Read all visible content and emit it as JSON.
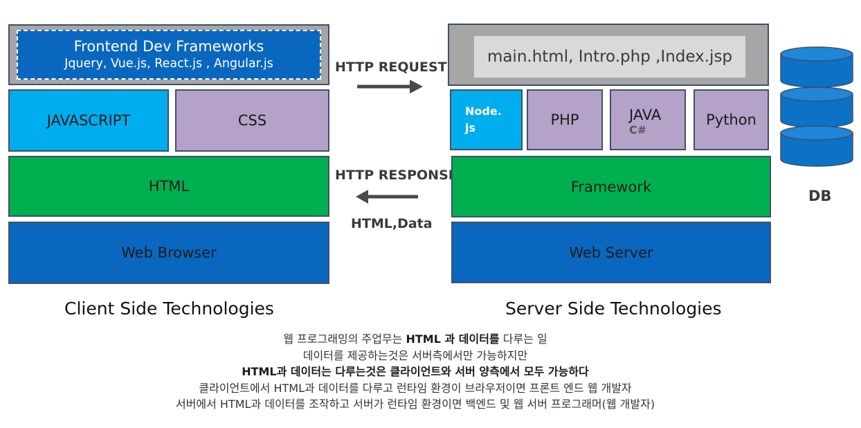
{
  "client": {
    "frameworks_title": "Frontend Dev Frameworks",
    "frameworks_sub": "Jquery, Vue.js, React.js , Angular.js",
    "javascript": "JAVASCRIPT",
    "css": "CSS",
    "html": "HTML",
    "browser": "Web Browser",
    "caption": "Client Side Technologies"
  },
  "server": {
    "files": "main.html, Intro.php ,Index.jsp",
    "node": "Node.\njs",
    "php": "PHP",
    "java": "JAVA",
    "csharp": "C#",
    "python": "Python",
    "framework": "Framework",
    "server": "Web Server",
    "caption": "Server Side Technologies"
  },
  "db": {
    "label": "DB"
  },
  "arrows": {
    "request": "HTTP REQUEST",
    "response": "HTTP RESPONSE",
    "payload": "HTML,Data"
  },
  "notes": {
    "l1a": "웹 프로그래밍의 주업무는 ",
    "l1b": "HTML 과 데이터를",
    "l1c": " 다루는 일",
    "l2": "데이터를 제공하는것은 서버측에서만 가능하지만",
    "l3": "HTML과 데이터는 다루는것은 클라이언트와 서버 양측에서 모두 가능하다",
    "l4": "클라이언트에서 HTML과 데이터를 다루고 런타임 환경이 브라우저이면 프론트 엔드 웹 개발자",
    "l5": "서버에서 HTML과 데이터를 조작하고 서버가 런타임 환경이면 백엔드 및 웹 서버 프로그래머(웹 개발자)"
  },
  "colors": {
    "blue_dark": "#0a67bf",
    "gray": "#a6a6a6",
    "light_gray": "#d9d9d9",
    "cyan": "#00adee",
    "lavender": "#b4a2c8",
    "green": "#00b050",
    "db": "#0b72c6",
    "arrow": "#4a4a4a"
  }
}
